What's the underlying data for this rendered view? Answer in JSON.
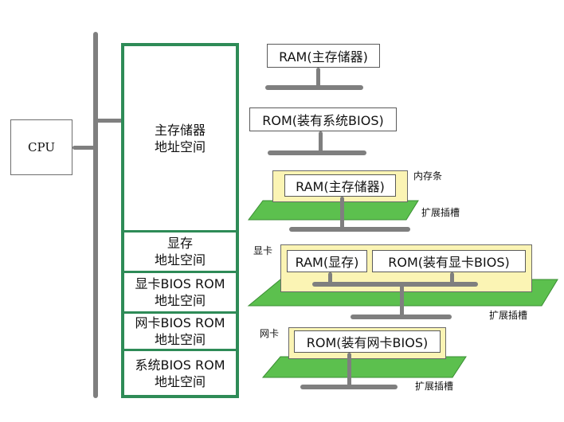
{
  "cpu": {
    "label": "CPU"
  },
  "address_map": {
    "segments": [
      {
        "line1": "主存储器",
        "line2": "地址空间"
      },
      {
        "line1": "显存",
        "line2": "地址空间"
      },
      {
        "line1": "显卡BIOS ROM",
        "line2": "地址空间"
      },
      {
        "line1": "网卡BIOS ROM",
        "line2": "地址空间"
      },
      {
        "line1": "系统BIOS ROM",
        "line2": "地址空间"
      }
    ]
  },
  "devices": {
    "ram_main": "RAM(主存储器)",
    "rom_system_bios": "ROM(装有系统BIOS)",
    "memory_stick": {
      "chip": "RAM(主存储器)",
      "label": "内存条",
      "slot_label": "扩展插槽"
    },
    "video_card": {
      "label": "显卡",
      "chip_ram": "RAM(显存)",
      "chip_rom": "ROM(装有显卡BIOS)",
      "slot_label": "扩展插槽"
    },
    "network_card": {
      "label": "网卡",
      "chip_rom": "ROM(装有网卡BIOS)",
      "slot_label": "扩展插槽"
    }
  },
  "colors": {
    "bus": "#7f7f7f",
    "board_green": "#5cc04e",
    "card_yellow": "#fbf4b4",
    "map_border": "#2e8b57"
  }
}
